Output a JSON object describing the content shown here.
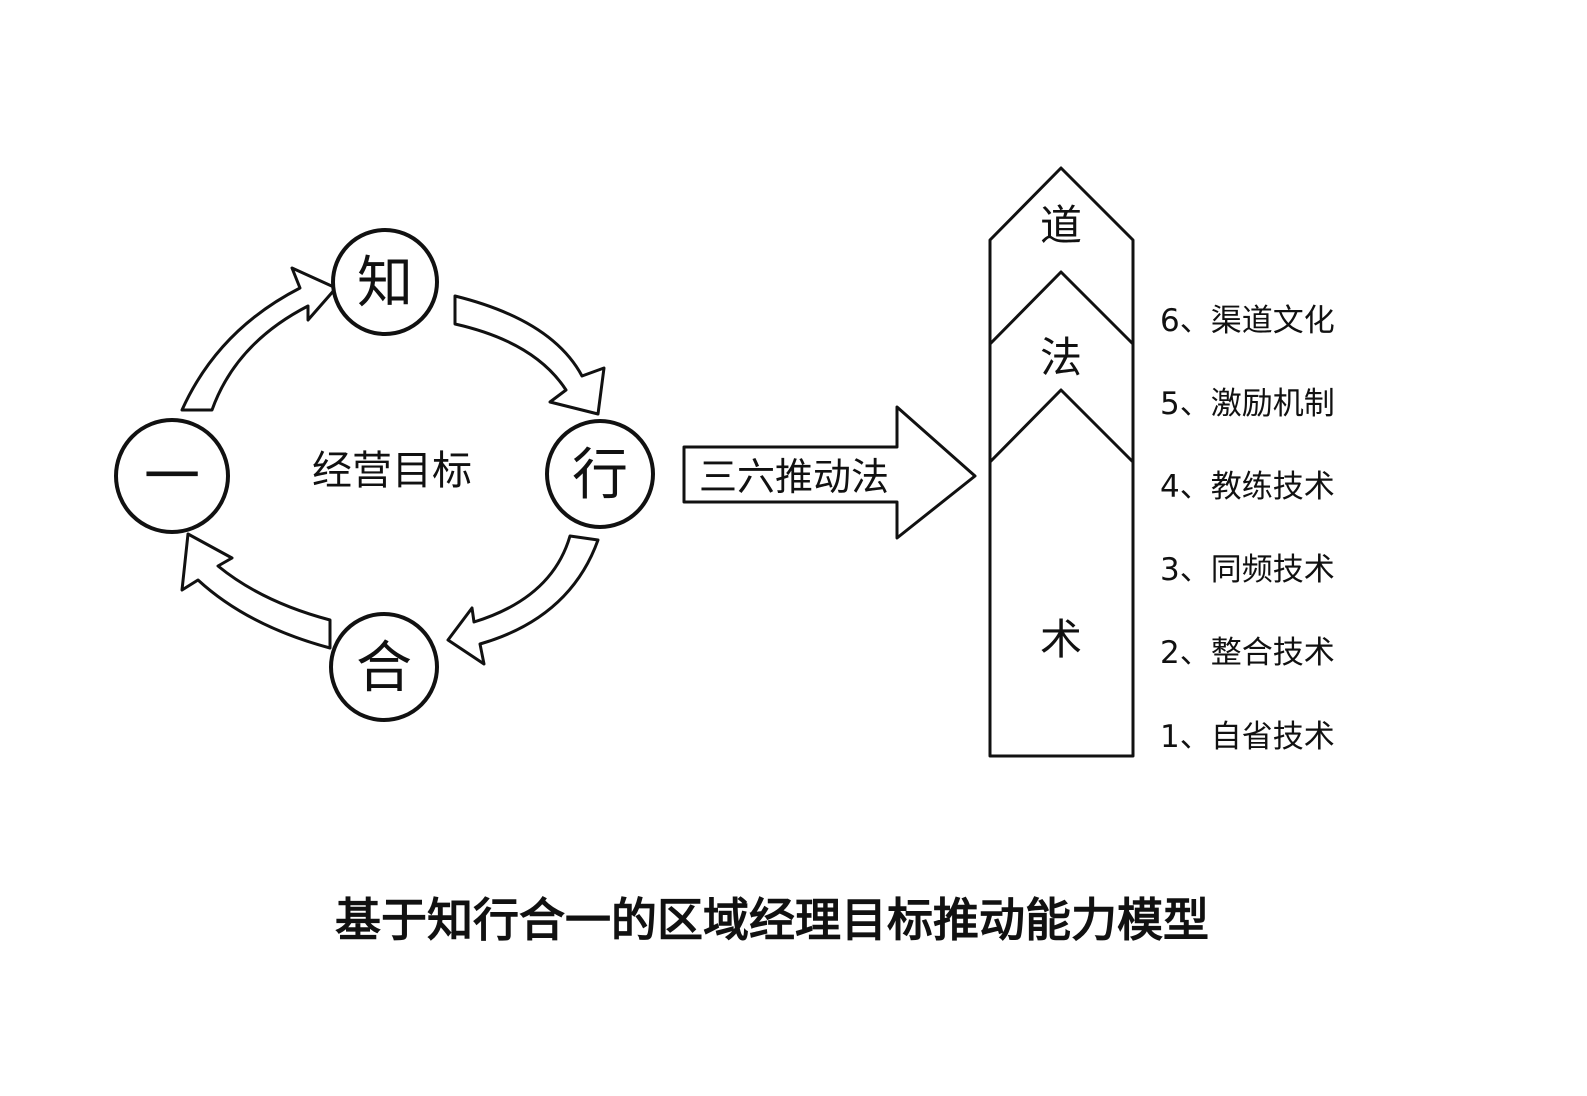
{
  "cycle": {
    "nodes": {
      "zhi": "知",
      "xing": "行",
      "he": "合",
      "yi": "一"
    },
    "center_label": "经营目标"
  },
  "push_arrow": {
    "label": "三六推动法"
  },
  "pillar": {
    "tiers": {
      "dao": "道",
      "fa": "法",
      "shu": "术"
    }
  },
  "methods": [
    "6、渠道文化",
    "5、激励机制",
    "4、教练技术",
    "3、同频技术",
    "2、整合技术",
    "1、自省技术"
  ],
  "caption": "基于知行合一的区域经理目标推动能力模型"
}
